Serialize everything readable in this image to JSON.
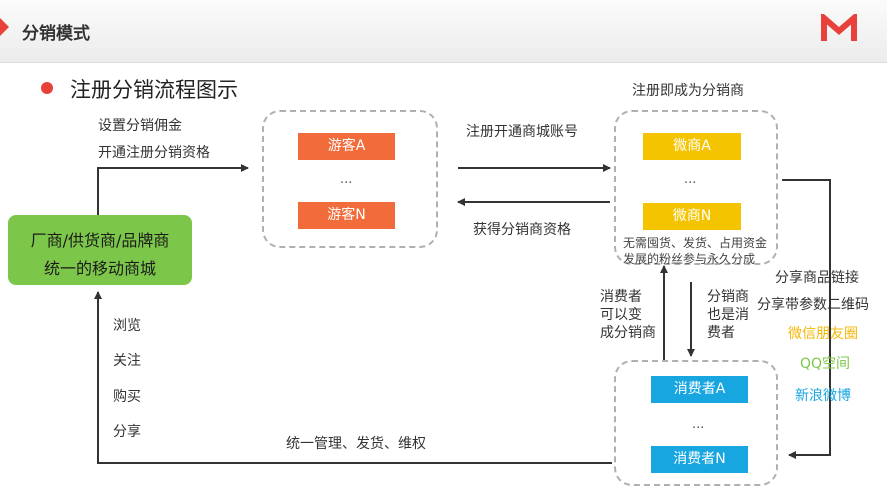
{
  "header": {
    "title": "分销模式",
    "logo_icon": "m-logo-icon",
    "accent": "#e8413c"
  },
  "heading": "注册分销流程图示",
  "left_labels": {
    "line1": "设置分销佣金",
    "line2": "开通注册分销资格"
  },
  "merchant": {
    "line1": "厂商/供货商/品牌商",
    "line2": "统一的移动商城"
  },
  "visitors": {
    "a": "游客A",
    "dots": "...",
    "n": "游客N"
  },
  "arrows": {
    "register": "注册开通商城账号",
    "obtain": "获得分销商资格",
    "unified": "统一管理、发货、维权"
  },
  "distributor_title": "注册即成为分销商",
  "distributors": {
    "a": "微商A",
    "dots": "...",
    "n": "微商N"
  },
  "distributor_note": {
    "line1": "无需囤货、发货、占用资金",
    "line2": "发展的粉丝参与永久分成"
  },
  "left_actions": [
    "浏览",
    "关注",
    "购买",
    "分享"
  ],
  "mid_left": [
    "消费者",
    "可以变",
    "成分销商"
  ],
  "mid_right": [
    "分销商",
    "也是消",
    "费者"
  ],
  "share": {
    "line1": "分享商品链接",
    "line2": "分享带参数二维码",
    "channels": [
      {
        "label": "微信朋友圈",
        "color": "#f2b705"
      },
      {
        "label": "QQ空间",
        "color": "#7cc74a"
      },
      {
        "label": "新浪微博",
        "color": "#17a6e0"
      }
    ]
  },
  "consumers": {
    "a": "消费者A",
    "dots": "...",
    "n": "消费者N"
  },
  "colors": {
    "visitor": "#f26b3a",
    "distributor": "#f5c400",
    "consumer": "#17a6e0",
    "merchant": "#7cc74a"
  }
}
